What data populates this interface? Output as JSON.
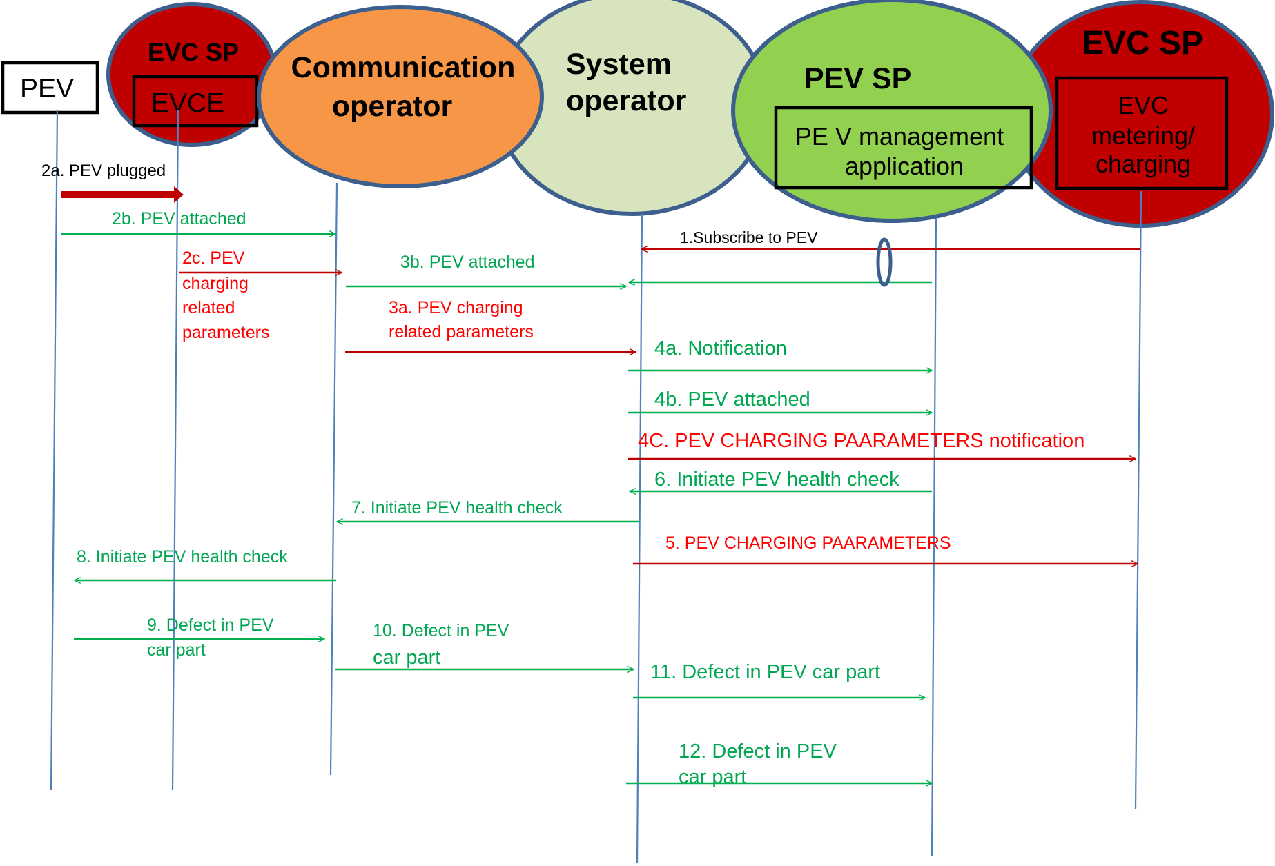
{
  "diagram": {
    "type": "sequence",
    "colors": {
      "lifeline": "#4f81bd",
      "ellipse_border": "#3c5f8e",
      "evc_sp_fill": "#c00000",
      "comm_fill": "#f79646",
      "sysop_fill": "#d7e4bd",
      "pevsp_fill": "#92d050",
      "green_msg": "#00b050",
      "red_msg": "#c00000",
      "red_text": "#ff0000"
    },
    "actors": {
      "pev": {
        "label": "PEV"
      },
      "evc_sp_left": {
        "title": "EVC SP",
        "inner": "EVCE"
      },
      "comm": {
        "line1": "Communication",
        "line2": "operator"
      },
      "sysop": {
        "line1": "System",
        "line2": "operator"
      },
      "pev_sp": {
        "title": "PEV SP",
        "inner1": "PE V management",
        "inner2": "application"
      },
      "evc_sp_right": {
        "title": "EVC SP",
        "inner1": "EVC",
        "inner2": "metering/",
        "inner3": "charging"
      }
    },
    "messages": {
      "m2a": {
        "label": "2a. PEV plugged",
        "from": "PEV",
        "to": "EVCE",
        "color": "red-thick"
      },
      "m2b": {
        "label": "2b. PEV attached",
        "from": "PEV",
        "to": "Communication operator",
        "color": "green"
      },
      "m2c": {
        "line1": "2c. PEV",
        "line2": "charging",
        "line3": "related",
        "line4": "parameters",
        "from": "EVCE",
        "to": "Communication operator",
        "color": "red"
      },
      "m1": {
        "label": "1.Subscribe to PEV",
        "from": "EVC SP",
        "to": "System operator",
        "color": "red"
      },
      "m1b": {
        "label": "",
        "from": "PEV SP",
        "to": "System operator",
        "color": "green"
      },
      "m3b": {
        "label": "3b. PEV attached",
        "from": "Communication operator",
        "to": "System operator",
        "color": "green"
      },
      "m3a": {
        "line1": "3a. PEV charging",
        "line2": "related parameters",
        "from": "Communication operator",
        "to": "System operator",
        "color": "red"
      },
      "m4a": {
        "label": "4a. Notification",
        "from": "System operator",
        "to": "PEV SP",
        "color": "green"
      },
      "m4b": {
        "label": "4b. PEV attached",
        "from": "System operator",
        "to": "PEV SP",
        "color": "green"
      },
      "m4c": {
        "label": "4C. PEV CHARGING PAARAMETERS notification",
        "from": "System operator",
        "to": "EVC SP",
        "color": "red"
      },
      "m6": {
        "label": "6. Initiate PEV health check",
        "from": "PEV SP",
        "to": "System operator",
        "color": "green"
      },
      "m7": {
        "label": "7. Initiate PEV health check",
        "from": "System operator",
        "to": "Communication operator",
        "color": "green"
      },
      "m5": {
        "label": "5. PEV CHARGING PAARAMETERS",
        "from": "System operator",
        "to": "EVC SP",
        "color": "red"
      },
      "m8": {
        "label": "8. Initiate PEV health check",
        "from": "Communication operator",
        "to": "PEV",
        "color": "green"
      },
      "m9": {
        "line1": "9. Defect in PEV",
        "line2": "car part",
        "from": "PEV",
        "to": "Communication operator",
        "color": "green"
      },
      "m10": {
        "line1": "10. Defect in PEV",
        "line2": "car part",
        "from": "Communication operator",
        "to": "System operator",
        "color": "green"
      },
      "m11": {
        "label": "11. Defect in PEV car part",
        "from": "System operator",
        "to": "PEV SP",
        "color": "green"
      },
      "m12": {
        "line1": "12. Defect in PEV",
        "line2": "car part",
        "from": "System operator",
        "to": "PEV SP",
        "color": "green"
      }
    }
  }
}
